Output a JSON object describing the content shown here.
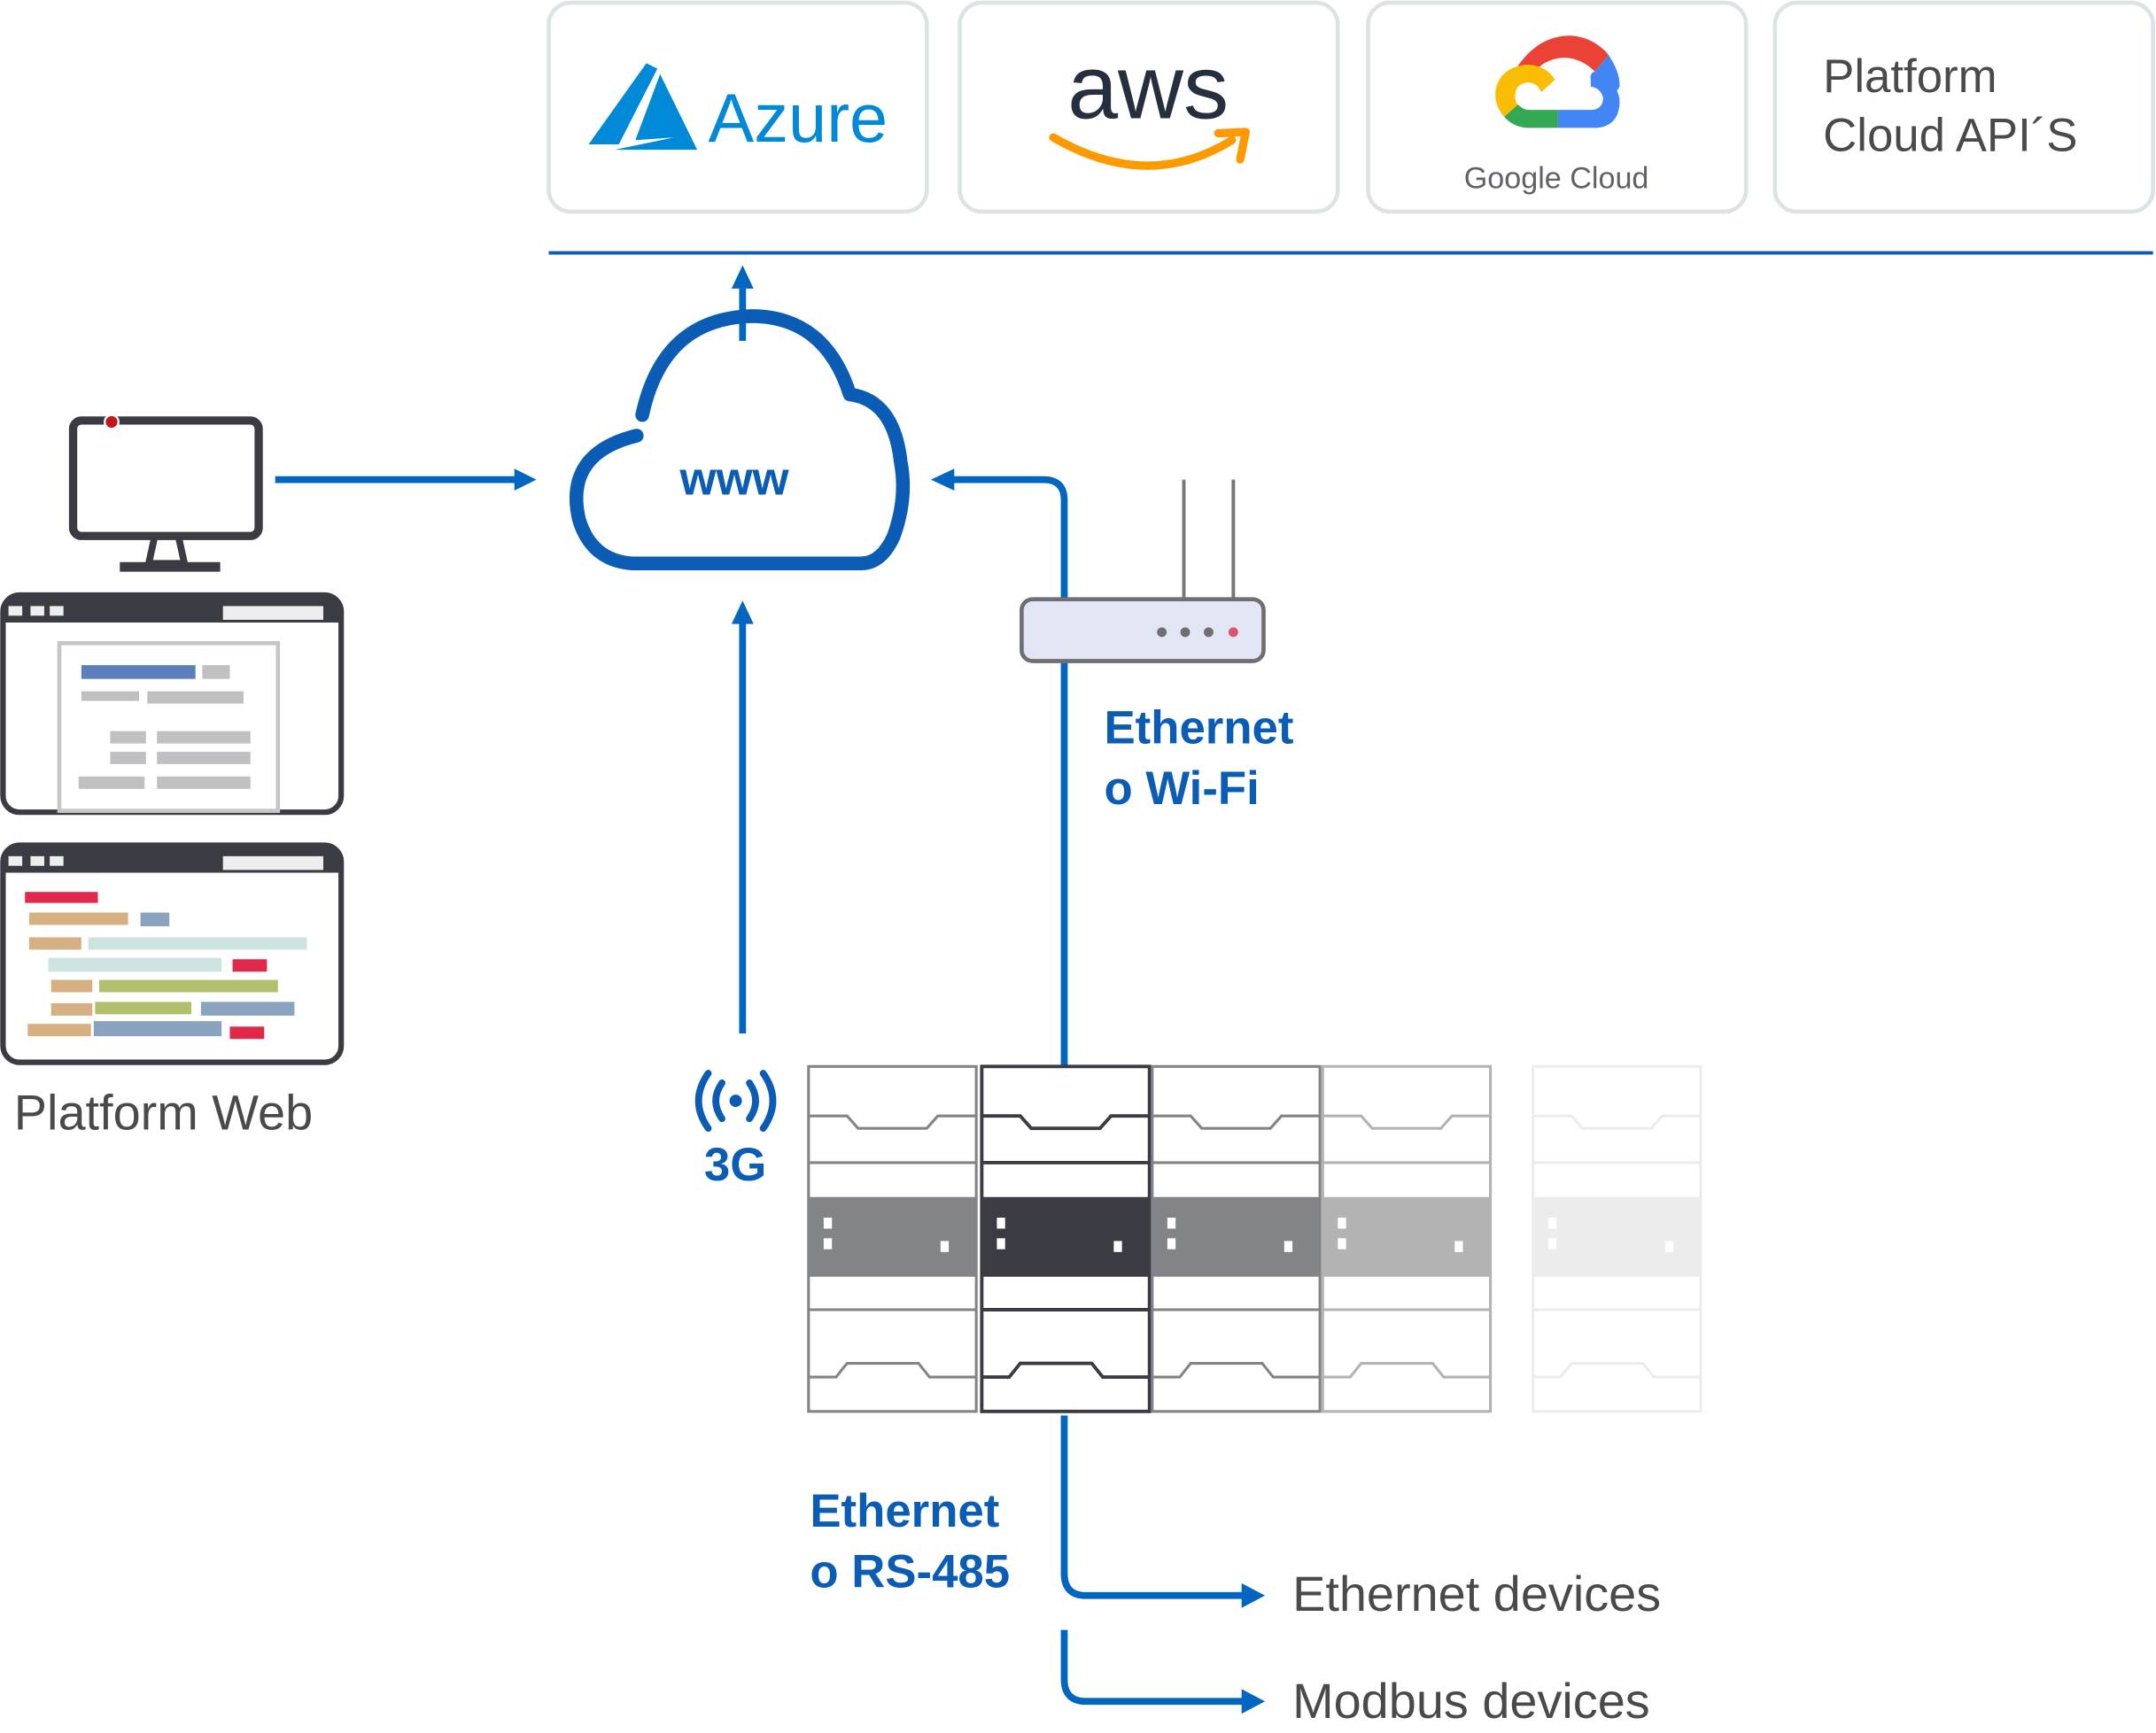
{
  "providers": [
    {
      "name": "Azure",
      "label": "Azure",
      "color": "#0089d6"
    },
    {
      "name": "AWS",
      "label": "aws",
      "color": "#252f3e",
      "accent": "#ff9900"
    },
    {
      "name": "Google Cloud",
      "label": "Google Cloud",
      "color": "#5f6368",
      "logo_colors": {
        "red": "#ea4335",
        "yellow": "#fbbc04",
        "green": "#34a853",
        "blue": "#4285f4"
      }
    },
    {
      "name": "Platform Cloud APIs",
      "line1": "Platform",
      "line2": "Cloud API´S",
      "color": "#4a4a4a"
    }
  ],
  "internet": {
    "label": "www",
    "color": "#0b5cb5"
  },
  "platform_web": {
    "label": "Platform Web"
  },
  "connections": {
    "cellular": {
      "icon": "signal-broadcast-icon",
      "label": "3G"
    },
    "router_link": {
      "line1": "Ethernet",
      "line2": "o Wi-Fi"
    },
    "field_link": {
      "line1": "Ethernet",
      "line2": "o RS-485"
    }
  },
  "outputs": [
    {
      "label": "Ethernet devices"
    },
    {
      "label": "Modbus devices"
    }
  ],
  "modules": [
    {
      "shade": "#838487",
      "frame": "#838487"
    },
    {
      "shade": "#3b3b43",
      "frame": "#3b3b43"
    },
    {
      "shade": "#838487",
      "frame": "#838487"
    },
    {
      "shade": "#b3b3b4",
      "frame": "#b3b3b4"
    },
    {
      "shade": "#ececec",
      "frame": "#ececec"
    }
  ],
  "colors": {
    "link": "#0066c0",
    "text_gray": "#4a4a4a",
    "card_border": "#dde2e5",
    "device_dark": "#3b3b43",
    "alert_red": "#c3161c"
  }
}
